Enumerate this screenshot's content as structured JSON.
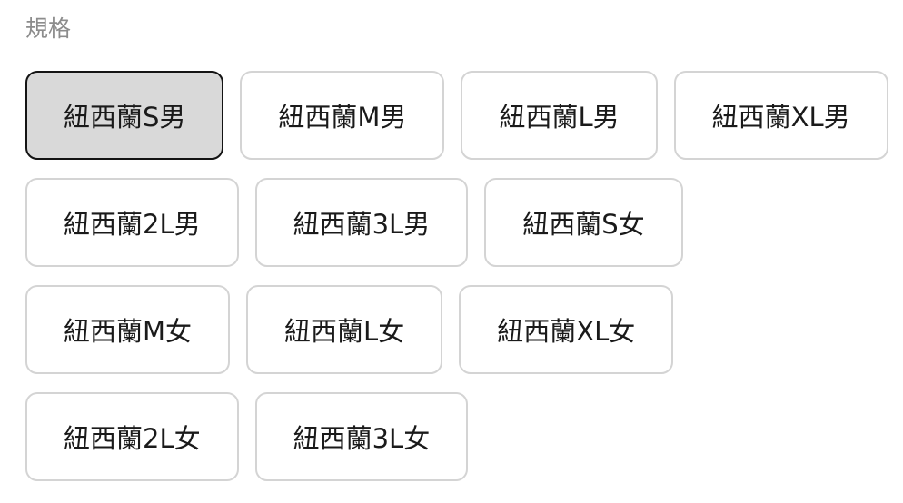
{
  "spec_selector": {
    "title": "規格",
    "selected_option": "紐西蘭S男",
    "options": [
      {
        "label": "紐西蘭S男",
        "selected": true
      },
      {
        "label": "紐西蘭M男",
        "selected": false
      },
      {
        "label": "紐西蘭L男",
        "selected": false
      },
      {
        "label": "紐西蘭XL男",
        "selected": false
      },
      {
        "label": "紐西蘭2L男",
        "selected": false
      },
      {
        "label": "紐西蘭3L男",
        "selected": false
      },
      {
        "label": "紐西蘭S女",
        "selected": false
      },
      {
        "label": "紐西蘭M女",
        "selected": false
      },
      {
        "label": "紐西蘭L女",
        "selected": false
      },
      {
        "label": "紐西蘭XL女",
        "selected": false
      },
      {
        "label": "紐西蘭2L女",
        "selected": false
      },
      {
        "label": "紐西蘭3L女",
        "selected": false
      }
    ],
    "colors": {
      "title_text": "#8c8c8c",
      "option_text": "#1a1a1a",
      "option_border": "#d4d4d4",
      "selected_border": "#141414",
      "selected_background": "#d9d9d9"
    }
  }
}
